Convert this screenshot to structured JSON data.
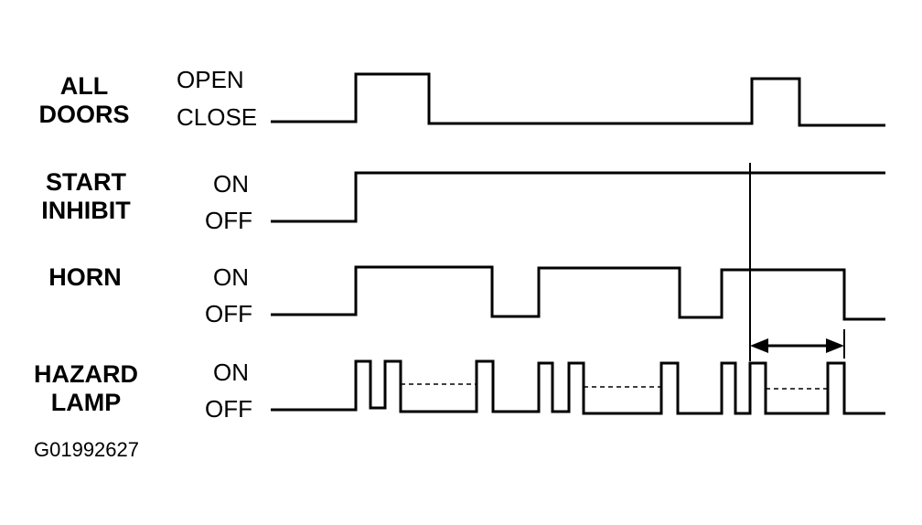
{
  "signals": [
    {
      "name_lines": [
        "ALL",
        "DOORS"
      ],
      "high_label": "OPEN",
      "low_label": "CLOSE"
    },
    {
      "name_lines": [
        "START",
        "INHIBIT"
      ],
      "high_label": "ON",
      "low_label": "OFF"
    },
    {
      "name_lines": [
        "HORN"
      ],
      "high_label": "ON",
      "low_label": "OFF"
    },
    {
      "name_lines": [
        "HAZARD",
        "LAMP"
      ],
      "high_label": "ON",
      "low_label": "OFF"
    }
  ],
  "figure_id": "G01992627"
}
